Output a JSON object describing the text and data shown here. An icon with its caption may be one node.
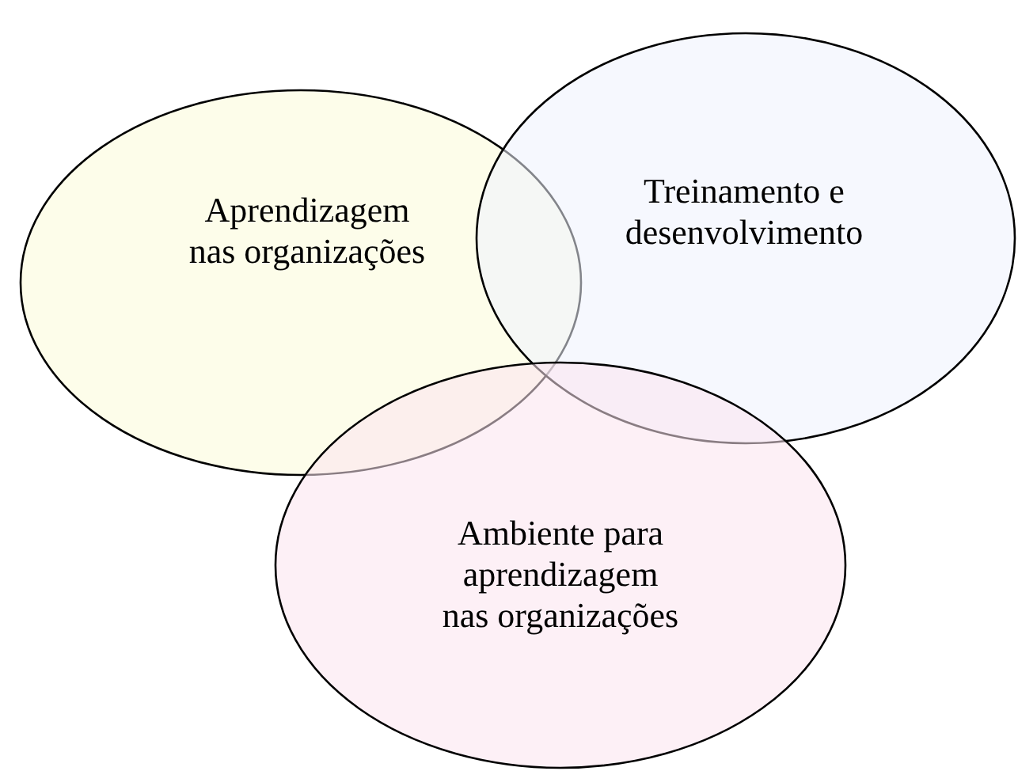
{
  "diagram": {
    "nodes": [
      {
        "text": [
          "Aprendizagem nas organizações"
        ]
      },
      {
        "text": [
          "Treinamento e desenvolvimento"
        ]
      },
      {
        "text": [
          "Ambiente para aprendizagem nas organizações"
        ]
      }
    ]
  }
}
